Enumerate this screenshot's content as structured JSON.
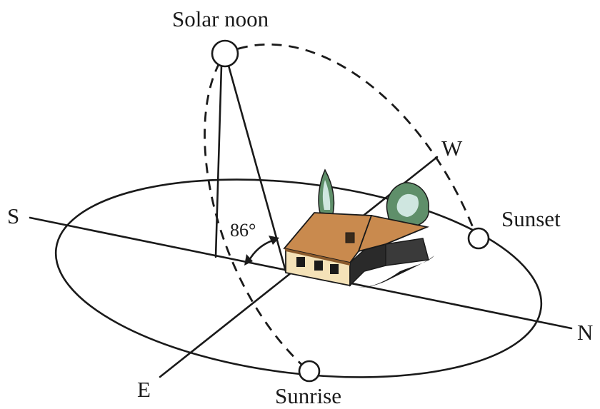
{
  "diagram": {
    "labels": {
      "solar_noon": "Solar noon",
      "sunset": "Sunset",
      "sunrise": "Sunrise",
      "south": "S",
      "north": "N",
      "east": "E",
      "west": "W",
      "angle": "86°"
    },
    "colors": {
      "line": "#1a1a1a",
      "roof": "#c98a4e",
      "roof_shadow": "#8a5a2c",
      "wall": "#f4e2b8",
      "tree": "#5f8f6a",
      "tree_light": "#cfe6e0"
    }
  }
}
